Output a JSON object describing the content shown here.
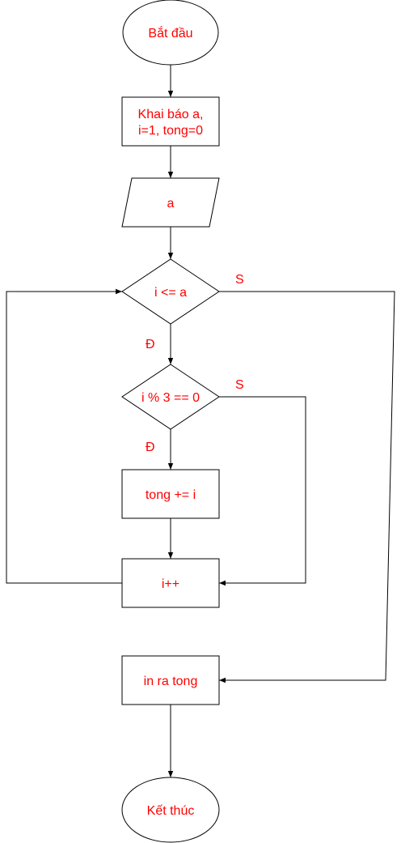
{
  "colors": {
    "text": "#ff0000",
    "stroke": "#000000",
    "background": "#ffffff"
  },
  "nodes": {
    "start": "Bắt đầu",
    "declare_line1": "Khai báo a,",
    "declare_line2": "i=1, tong=0",
    "input": "a",
    "cond_loop": "i <= a",
    "cond_mod": "i % 3 == 0",
    "add": "tong += i",
    "inc": "i++",
    "output": "in ra tong",
    "end": "Kết thúc"
  },
  "edge_labels": {
    "loop_false": "S",
    "loop_true": "Đ",
    "mod_false": "S",
    "mod_true": "Đ"
  }
}
